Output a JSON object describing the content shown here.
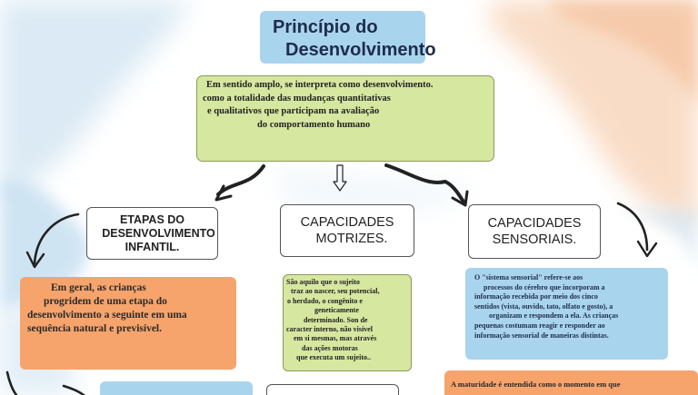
{
  "title": {
    "line1": "Princípio do",
    "line2": "Desenvolvimento"
  },
  "definition": {
    "lines": [
      "Em sentido amplo, se interpreta como desenvolvimento.",
      "como a totalidade das mudanças quantitativas",
      "e qualitativos que participam na avaliação",
      "do comportamento humano"
    ]
  },
  "branches": {
    "etapas": {
      "lines": [
        "ETAPAS DO",
        "DESENVOLVIMENTO",
        "INFANTIL."
      ],
      "text": [
        "Em geral, as crianças",
        "progridem de uma etapa do",
        "desenvolvimento a seguinte em uma",
        "sequência natural e previsível."
      ]
    },
    "motrizes": {
      "lines": [
        "CAPACIDADES",
        "MOTRIZES."
      ],
      "text": [
        "São aquilo que o sujeito",
        "traz ao nascer, seu potencial,",
        "o herdado, o congênito e",
        "geneticamente",
        "determinado. Son de",
        "caracter interno, não visível",
        "em si mesmas, mas através",
        "das ações motoras",
        "que executa um sujeito.."
      ]
    },
    "sensoriais": {
      "lines": [
        "CAPACIDADES",
        "SENSORIAIS."
      ],
      "text": [
        "O \"sistema sensorial\" refere-se aos",
        "processos do cérebro que incorporam a",
        "informação recebida por meio dos cinco",
        "sentidos (vista, ouvido, tato, olfato e gosto), a",
        "organizam e respondem a ela. As crianças",
        "pequenas costumam reagir e responder ao",
        "informação sensorial de maneiras distintas."
      ]
    }
  },
  "maturidade": {
    "text": "A maturidade é entendida como o momento em que"
  },
  "colors": {
    "blue_box": "#a9d4ee",
    "green_box": "#d6e7a0",
    "orange_box": "#f6a46c",
    "arrow": "#222222"
  }
}
